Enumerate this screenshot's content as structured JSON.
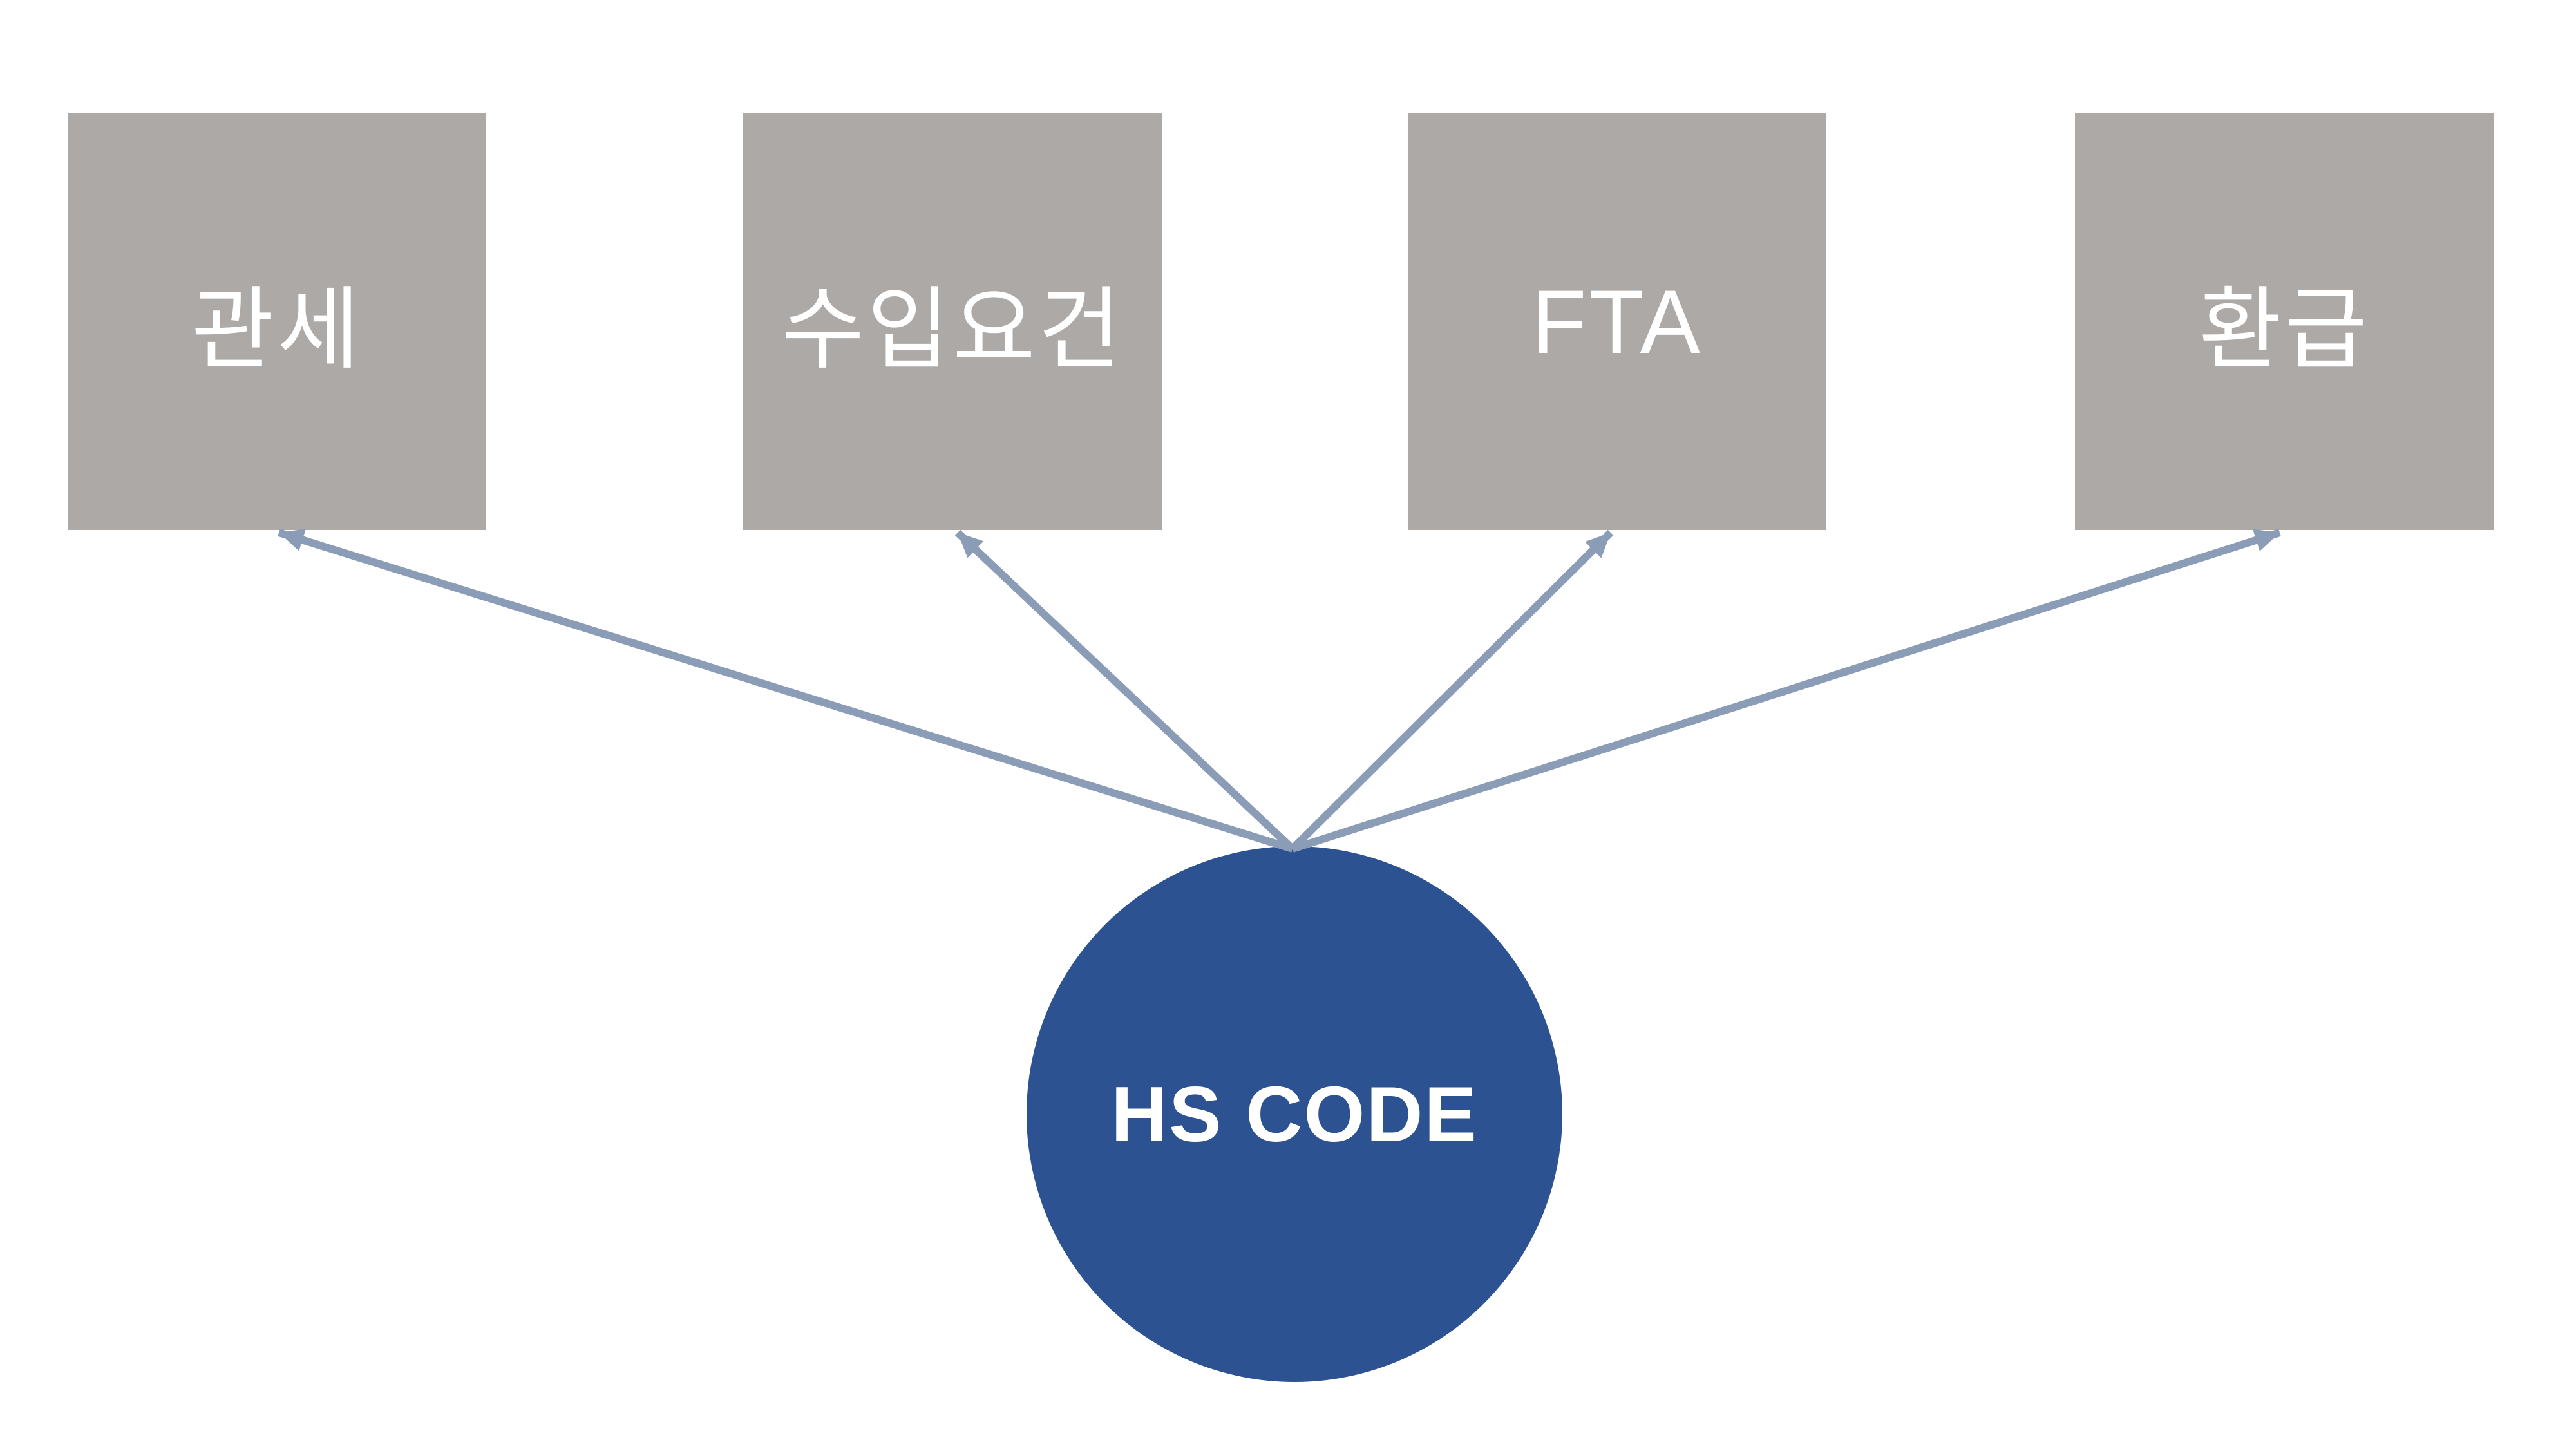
{
  "diagram": {
    "center_node": {
      "label": "HS CODE"
    },
    "target_nodes": [
      {
        "label": "관세"
      },
      {
        "label": "수입요건"
      },
      {
        "label": "FTA"
      },
      {
        "label": "환급"
      }
    ],
    "colors": {
      "background": "#FFFFFF",
      "box_fill": "#ACA9A7",
      "box_text": "#FFFFFF",
      "circle_fill": "#2D5291",
      "circle_text": "#FFFFFF",
      "arrow": "#8B9CB7"
    }
  }
}
